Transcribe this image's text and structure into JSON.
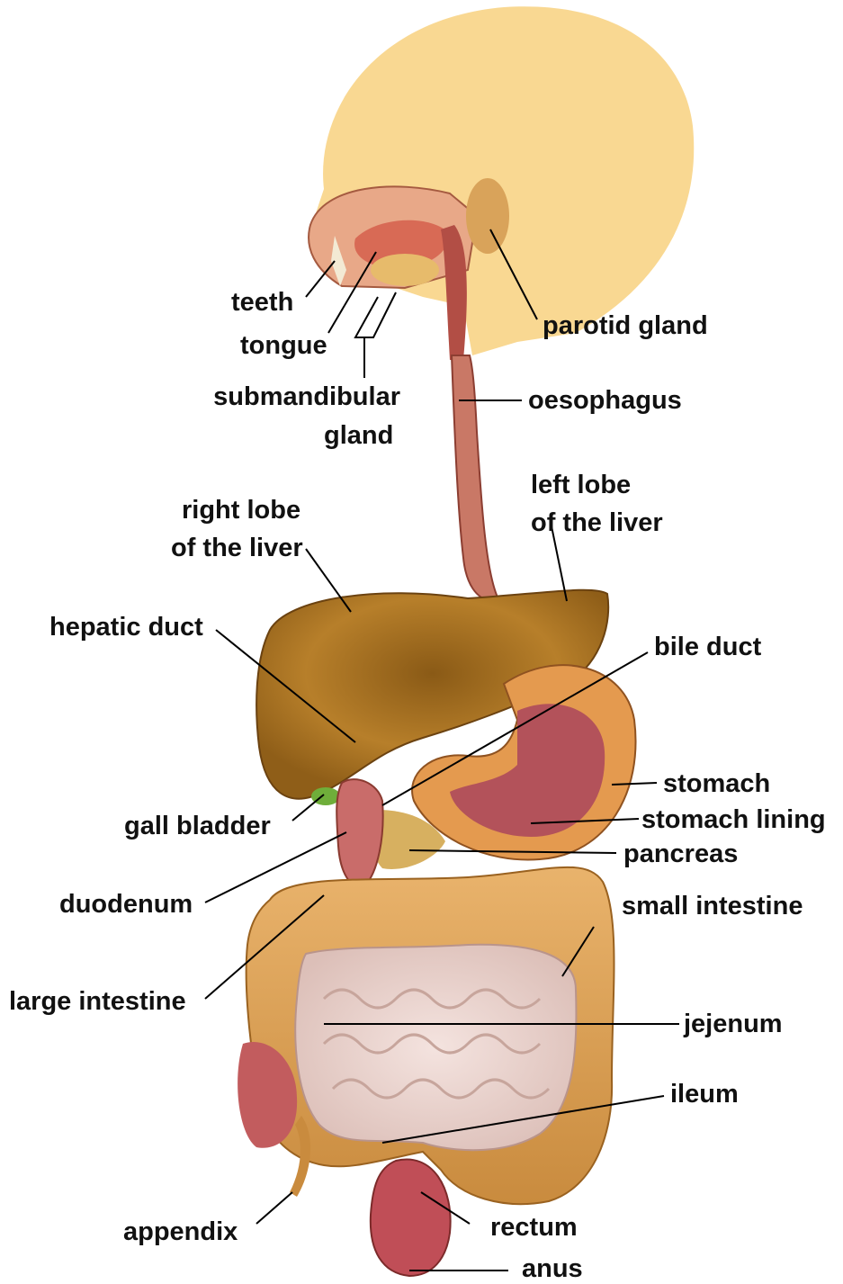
{
  "labels": {
    "teeth": "teeth",
    "tongue": "tongue",
    "submandibular_1": "submandibular",
    "submandibular_2": "gland",
    "parotid": "parotid gland",
    "oesophagus": "oesophagus",
    "left_lobe_1": "left lobe",
    "left_lobe_2": "of the liver",
    "right_lobe_1": "right lobe",
    "right_lobe_2": "of the liver",
    "hepatic_duct": "hepatic duct",
    "bile_duct": "bile duct",
    "stomach": "stomach",
    "stomach_lining": "stomach lining",
    "gall_bladder": "gall bladder",
    "pancreas": "pancreas",
    "duodenum": "duodenum",
    "small_intestine": "small intestine",
    "large_intestine": "large intestine",
    "jejenum": "jejenum",
    "ileum": "ileum",
    "appendix": "appendix",
    "rectum": "rectum",
    "anus": "anus"
  }
}
